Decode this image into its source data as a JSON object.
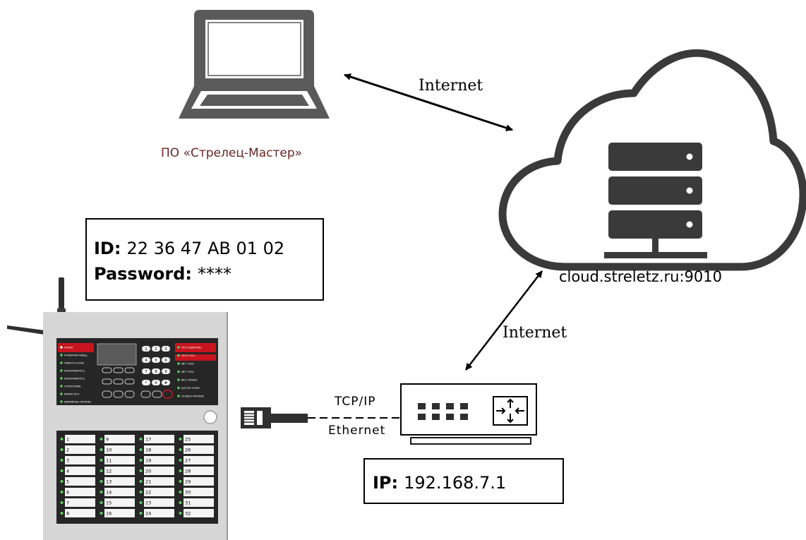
{
  "laptop": {
    "caption": "ПО «Стрелец-Мастер»",
    "caption_color": "#6b2424"
  },
  "cloud": {
    "address": "cloud.streletz.ru:9010"
  },
  "links": {
    "laptop_cloud": "Internet",
    "router_cloud": "Internet",
    "panel_router_top": "TCP/IP",
    "panel_router_bottom": "Ethernet"
  },
  "credentials": {
    "id_label": "ID:",
    "id_value": "22 36 47 AB 01 02",
    "password_label": "Password:",
    "password_value": "****"
  },
  "router": {
    "ip_label": "IP:",
    "ip_value": "192.168.7.1"
  },
  "colors": {
    "device_gray": "#5a5a5a",
    "cloud_outline": "#3a3a3a",
    "panel_body": "#d6d6d6",
    "panel_red": "#c8141e"
  },
  "panel_indicators_left": [
    "ПОЖАР",
    "ПОЖАРНАЯ ИЗВЕЩ.",
    "ТРЕВОГА В ЗОНЕ",
    "НЕИСПРАВНОСТЬ",
    "НЕИСПРАВНОСТЬ",
    "ОТКЛЮЧЕНИЕ",
    "РЕЖИМ ТЕСТ",
    "АВАРИЙНЫЕ СИГНАЛЫ"
  ],
  "panel_indicators_right": [
    "ПУСК ЗАДЕРЖАН",
    "ПУСК ОТОЗ.",
    "АВТ. ОТКЛ.",
    "АВТ. ОТКЛ.",
    "ВКЛ. УПРАВЛ.",
    "ДОСТУП ОГРАН.",
    "СЕТЕВОЕ ПИТАНИЕ"
  ],
  "panel_keypad": [
    "1",
    "2",
    "3",
    "4",
    "5",
    "6",
    "7",
    "8",
    "9",
    "*",
    "0",
    "#"
  ],
  "zones": [
    [
      "1",
      "2",
      "3",
      "4",
      "5",
      "6",
      "7",
      "8"
    ],
    [
      "9",
      "10",
      "11",
      "12",
      "13",
      "14",
      "15",
      "16"
    ],
    [
      "17",
      "18",
      "19",
      "20",
      "21",
      "22",
      "23",
      "24"
    ],
    [
      "25",
      "26",
      "27",
      "28",
      "29",
      "30",
      "31",
      "32"
    ]
  ]
}
